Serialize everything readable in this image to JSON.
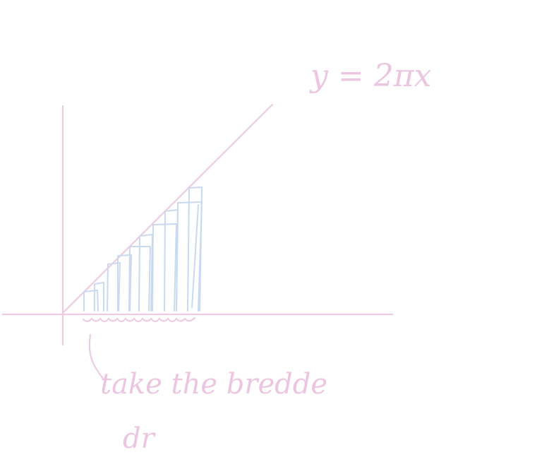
{
  "sketch": {
    "equation_label": "y = 2πx",
    "note_line1": "take the bredde",
    "note_line2": "dr",
    "ink_colors": {
      "pink": "#eccbe3",
      "blue": "#c9daf0"
    }
  }
}
